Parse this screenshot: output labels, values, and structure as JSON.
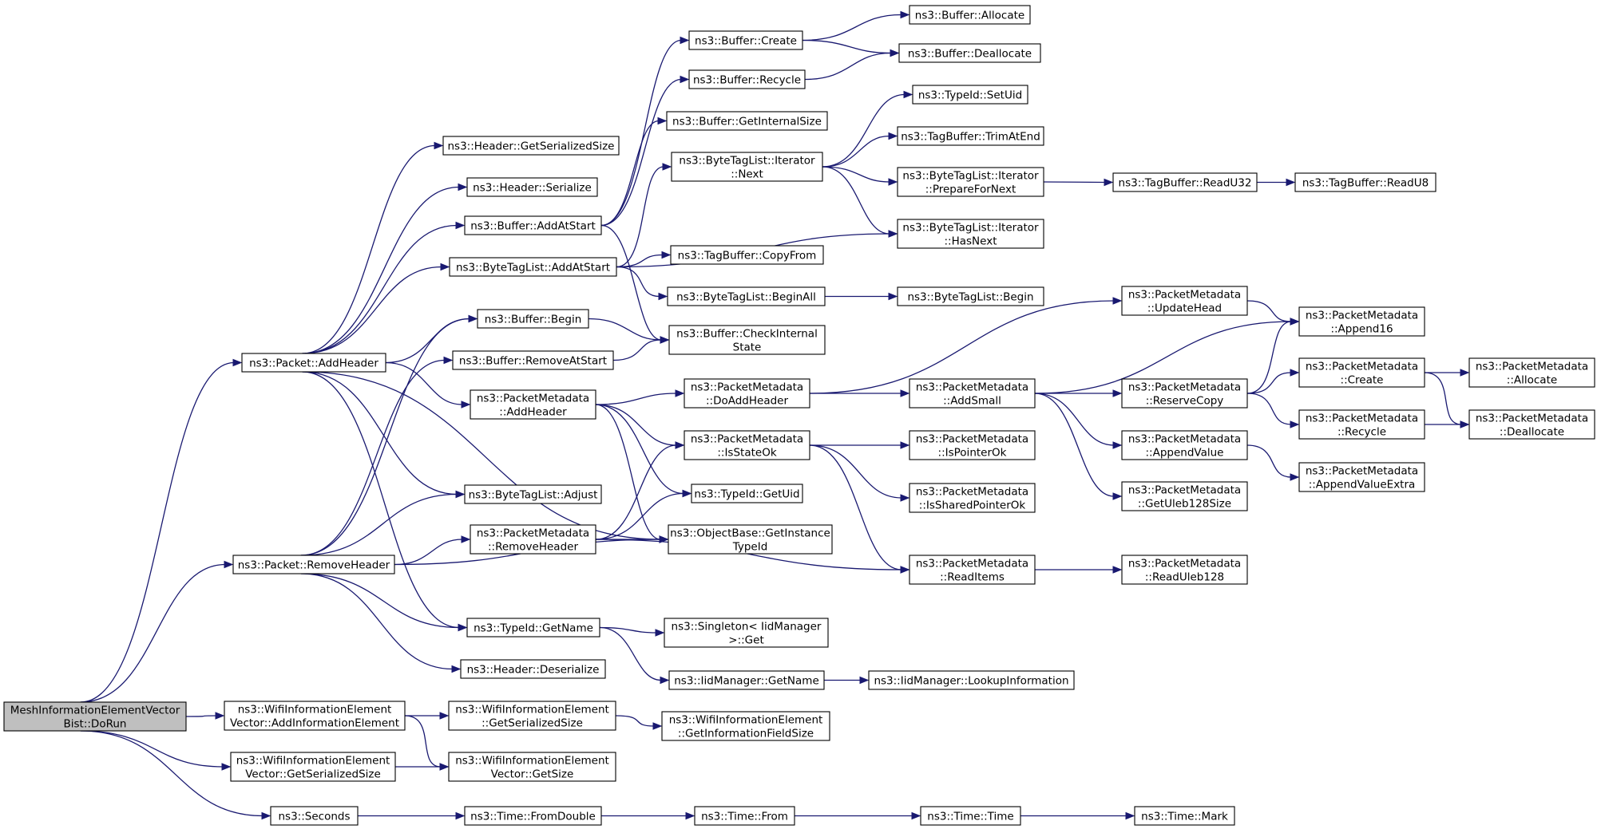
{
  "colors": {
    "edge": "#191970",
    "node_border": "#000000",
    "node_fill": "#ffffff",
    "root_fill": "#bfbfbf"
  },
  "nodes": [
    {
      "id": "root",
      "lines": [
        "MeshInformationElementVector",
        "Bist::DoRun"
      ],
      "root": true
    },
    {
      "id": "pkt_add",
      "lines": [
        "ns3::Packet::AddHeader"
      ]
    },
    {
      "id": "pkt_rem",
      "lines": [
        "ns3::Packet::RemoveHeader"
      ]
    },
    {
      "id": "wie_add",
      "lines": [
        "ns3::WifiInformationElement",
        "Vector::AddInformationElement"
      ]
    },
    {
      "id": "wie_gss",
      "lines": [
        "ns3::WifiInformationElement",
        "Vector::GetSerializedSize"
      ]
    },
    {
      "id": "seconds",
      "lines": [
        "ns3::Seconds"
      ]
    },
    {
      "id": "hdr_gss",
      "lines": [
        "ns3::Header::GetSerializedSize"
      ]
    },
    {
      "id": "hdr_ser",
      "lines": [
        "ns3::Header::Serialize"
      ]
    },
    {
      "id": "buf_aas",
      "lines": [
        "ns3::Buffer::AddAtStart"
      ]
    },
    {
      "id": "btl_aas",
      "lines": [
        "ns3::ByteTagList::AddAtStart"
      ]
    },
    {
      "id": "buf_begin",
      "lines": [
        "ns3::Buffer::Begin"
      ]
    },
    {
      "id": "buf_ras",
      "lines": [
        "ns3::Buffer::RemoveAtStart"
      ]
    },
    {
      "id": "pm_addh",
      "lines": [
        "ns3::PacketMetadata",
        "::AddHeader"
      ]
    },
    {
      "id": "btl_adj",
      "lines": [
        "ns3::ByteTagList::Adjust"
      ]
    },
    {
      "id": "pm_remh",
      "lines": [
        "ns3::PacketMetadata",
        "::RemoveHeader"
      ]
    },
    {
      "id": "tid_gn",
      "lines": [
        "ns3::TypeId::GetName"
      ]
    },
    {
      "id": "hdr_des",
      "lines": [
        "ns3::Header::Deserialize"
      ]
    },
    {
      "id": "wie_ie_gss",
      "lines": [
        "ns3::WifiInformationElement",
        "::GetSerializedSize"
      ]
    },
    {
      "id": "wie_gsize",
      "lines": [
        "ns3::WifiInformationElement",
        "Vector::GetSize"
      ]
    },
    {
      "id": "time_fd",
      "lines": [
        "ns3::Time::FromDouble"
      ]
    },
    {
      "id": "buf_create",
      "lines": [
        "ns3::Buffer::Create"
      ]
    },
    {
      "id": "buf_recycle",
      "lines": [
        "ns3::Buffer::Recycle"
      ]
    },
    {
      "id": "buf_gis",
      "lines": [
        "ns3::Buffer::GetInternalSize"
      ]
    },
    {
      "id": "btl_next",
      "lines": [
        "ns3::ByteTagList::Iterator",
        "::Next"
      ]
    },
    {
      "id": "tb_cf",
      "lines": [
        "ns3::TagBuffer::CopyFrom"
      ]
    },
    {
      "id": "btl_ball",
      "lines": [
        "ns3::ByteTagList::BeginAll"
      ]
    },
    {
      "id": "buf_cis",
      "lines": [
        "ns3::Buffer::CheckInternal",
        "State"
      ]
    },
    {
      "id": "pm_doadd",
      "lines": [
        "ns3::PacketMetadata",
        "::DoAddHeader"
      ]
    },
    {
      "id": "pm_iso",
      "lines": [
        "ns3::PacketMetadata",
        "::IsStateOk"
      ]
    },
    {
      "id": "tid_guid",
      "lines": [
        "ns3::TypeId::GetUid"
      ]
    },
    {
      "id": "ob_git",
      "lines": [
        "ns3::ObjectBase::GetInstance",
        "TypeId"
      ]
    },
    {
      "id": "sing_get",
      "lines": [
        "ns3::Singleton< IidManager",
        ">::Get"
      ]
    },
    {
      "id": "iid_gn",
      "lines": [
        "ns3::IidManager::GetName"
      ]
    },
    {
      "id": "wie_gifs",
      "lines": [
        "ns3::WifiInformationElement",
        "::GetInformationFieldSize"
      ]
    },
    {
      "id": "time_from",
      "lines": [
        "ns3::Time::From"
      ]
    },
    {
      "id": "buf_alloc",
      "lines": [
        "ns3::Buffer::Allocate"
      ]
    },
    {
      "id": "buf_dealloc",
      "lines": [
        "ns3::Buffer::Deallocate"
      ]
    },
    {
      "id": "tid_suid",
      "lines": [
        "ns3::TypeId::SetUid"
      ]
    },
    {
      "id": "tb_tae",
      "lines": [
        "ns3::TagBuffer::TrimAtEnd"
      ]
    },
    {
      "id": "btl_pfn",
      "lines": [
        "ns3::ByteTagList::Iterator",
        "::PrepareForNext"
      ]
    },
    {
      "id": "btl_hn",
      "lines": [
        "ns3::ByteTagList::Iterator",
        "::HasNext"
      ]
    },
    {
      "id": "btl_begin",
      "lines": [
        "ns3::ByteTagList::Begin"
      ]
    },
    {
      "id": "pm_uh",
      "lines": [
        "ns3::PacketMetadata",
        "::UpdateHead"
      ]
    },
    {
      "id": "pm_as",
      "lines": [
        "ns3::PacketMetadata",
        "::AddSmall"
      ]
    },
    {
      "id": "pm_ipo",
      "lines": [
        "ns3::PacketMetadata",
        "::IsPointerOk"
      ]
    },
    {
      "id": "pm_ispo",
      "lines": [
        "ns3::PacketMetadata",
        "::IsSharedPointerOk"
      ]
    },
    {
      "id": "pm_ri",
      "lines": [
        "ns3::PacketMetadata",
        "::ReadItems"
      ]
    },
    {
      "id": "iid_li",
      "lines": [
        "ns3::IidManager::LookupInformation"
      ]
    },
    {
      "id": "time_time",
      "lines": [
        "ns3::Time::Time"
      ]
    },
    {
      "id": "tb_ru32",
      "lines": [
        "ns3::TagBuffer::ReadU32"
      ]
    },
    {
      "id": "pm_rc",
      "lines": [
        "ns3::PacketMetadata",
        "::ReserveCopy"
      ]
    },
    {
      "id": "pm_av",
      "lines": [
        "ns3::PacketMetadata",
        "::AppendValue"
      ]
    },
    {
      "id": "pm_gu",
      "lines": [
        "ns3::PacketMetadata",
        "::GetUleb128Size"
      ]
    },
    {
      "id": "pm_ru",
      "lines": [
        "ns3::PacketMetadata",
        "::ReadUleb128"
      ]
    },
    {
      "id": "time_mark",
      "lines": [
        "ns3::Time::Mark"
      ]
    },
    {
      "id": "tb_ru8",
      "lines": [
        "ns3::TagBuffer::ReadU8"
      ]
    },
    {
      "id": "pm_a16",
      "lines": [
        "ns3::PacketMetadata",
        "::Append16"
      ]
    },
    {
      "id": "pm_create",
      "lines": [
        "ns3::PacketMetadata",
        "::Create"
      ]
    },
    {
      "id": "pm_recycle",
      "lines": [
        "ns3::PacketMetadata",
        "::Recycle"
      ]
    },
    {
      "id": "pm_ave",
      "lines": [
        "ns3::PacketMetadata",
        "::AppendValueExtra"
      ]
    },
    {
      "id": "pm_alloc",
      "lines": [
        "ns3::PacketMetadata",
        "::Allocate"
      ]
    },
    {
      "id": "pm_dealloc",
      "lines": [
        "ns3::PacketMetadata",
        "::Deallocate"
      ]
    }
  ],
  "edges": [
    [
      "root",
      "pkt_add"
    ],
    [
      "root",
      "pkt_rem"
    ],
    [
      "root",
      "wie_add"
    ],
    [
      "root",
      "wie_gss"
    ],
    [
      "root",
      "seconds"
    ],
    [
      "pkt_add",
      "hdr_gss"
    ],
    [
      "pkt_add",
      "hdr_ser"
    ],
    [
      "pkt_add",
      "buf_aas"
    ],
    [
      "pkt_add",
      "btl_aas"
    ],
    [
      "pkt_add",
      "buf_begin"
    ],
    [
      "pkt_add",
      "pm_addh"
    ],
    [
      "pkt_add",
      "btl_adj"
    ],
    [
      "pkt_add",
      "tid_gn"
    ],
    [
      "pkt_add",
      "ob_git"
    ],
    [
      "pkt_rem",
      "buf_begin"
    ],
    [
      "pkt_rem",
      "buf_ras"
    ],
    [
      "pkt_rem",
      "btl_adj"
    ],
    [
      "pkt_rem",
      "pm_remh"
    ],
    [
      "pkt_rem",
      "tid_gn"
    ],
    [
      "pkt_rem",
      "hdr_des"
    ],
    [
      "pkt_rem",
      "ob_git"
    ],
    [
      "wie_add",
      "wie_ie_gss"
    ],
    [
      "wie_add",
      "wie_gsize"
    ],
    [
      "wie_gss",
      "wie_gsize"
    ],
    [
      "seconds",
      "time_fd"
    ],
    [
      "buf_aas",
      "buf_create"
    ],
    [
      "buf_aas",
      "buf_recycle"
    ],
    [
      "buf_aas",
      "buf_gis"
    ],
    [
      "buf_aas",
      "buf_cis"
    ],
    [
      "btl_aas",
      "btl_next"
    ],
    [
      "btl_aas",
      "tb_cf"
    ],
    [
      "btl_aas",
      "btl_ball"
    ],
    [
      "btl_aas",
      "btl_hn"
    ],
    [
      "buf_begin",
      "buf_cis"
    ],
    [
      "buf_ras",
      "buf_cis"
    ],
    [
      "pm_addh",
      "pm_doadd"
    ],
    [
      "pm_addh",
      "pm_iso"
    ],
    [
      "pm_addh",
      "tid_guid"
    ],
    [
      "pm_addh",
      "ob_git"
    ],
    [
      "pm_remh",
      "pm_iso"
    ],
    [
      "pm_remh",
      "tid_guid"
    ],
    [
      "pm_remh",
      "ob_git"
    ],
    [
      "pm_remh",
      "pm_ri"
    ],
    [
      "tid_gn",
      "sing_get"
    ],
    [
      "tid_gn",
      "iid_gn"
    ],
    [
      "wie_ie_gss",
      "wie_gifs"
    ],
    [
      "time_fd",
      "time_from"
    ],
    [
      "buf_create",
      "buf_alloc"
    ],
    [
      "buf_create",
      "buf_dealloc"
    ],
    [
      "buf_recycle",
      "buf_dealloc"
    ],
    [
      "btl_next",
      "tid_suid"
    ],
    [
      "btl_next",
      "tb_tae"
    ],
    [
      "btl_next",
      "btl_pfn"
    ],
    [
      "btl_next",
      "btl_hn"
    ],
    [
      "btl_ball",
      "btl_begin"
    ],
    [
      "pm_doadd",
      "pm_uh"
    ],
    [
      "pm_doadd",
      "pm_as"
    ],
    [
      "pm_iso",
      "pm_ipo"
    ],
    [
      "pm_iso",
      "pm_ispo"
    ],
    [
      "pm_iso",
      "pm_ri"
    ],
    [
      "iid_gn",
      "iid_li"
    ],
    [
      "time_from",
      "time_time"
    ],
    [
      "btl_pfn",
      "tb_ru32"
    ],
    [
      "pm_uh",
      "pm_a16"
    ],
    [
      "pm_as",
      "pm_a16"
    ],
    [
      "pm_as",
      "pm_rc"
    ],
    [
      "pm_as",
      "pm_av"
    ],
    [
      "pm_as",
      "pm_gu"
    ],
    [
      "pm_ri",
      "pm_ru"
    ],
    [
      "time_time",
      "time_mark"
    ],
    [
      "tb_ru32",
      "tb_ru8"
    ],
    [
      "pm_rc",
      "pm_a16"
    ],
    [
      "pm_rc",
      "pm_create"
    ],
    [
      "pm_rc",
      "pm_recycle"
    ],
    [
      "pm_av",
      "pm_ave"
    ],
    [
      "pm_create",
      "pm_alloc"
    ],
    [
      "pm_create",
      "pm_dealloc"
    ],
    [
      "pm_recycle",
      "pm_dealloc"
    ]
  ]
}
